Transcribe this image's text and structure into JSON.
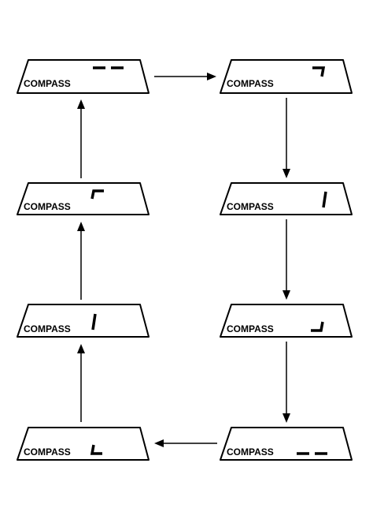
{
  "displays": [
    {
      "id": "left-top",
      "label": "COMPASS",
      "glyph": "dash-dash"
    },
    {
      "id": "right-top",
      "label": "COMPASS",
      "glyph": "top-right-hook"
    },
    {
      "id": "left-upper",
      "label": "COMPASS",
      "glyph": "top-left-hook"
    },
    {
      "id": "right-upper",
      "label": "COMPASS",
      "glyph": "vertical-bar"
    },
    {
      "id": "left-lower",
      "label": "COMPASS",
      "glyph": "vertical-bar"
    },
    {
      "id": "right-lower",
      "label": "COMPASS",
      "glyph": "bottom-right-hook"
    },
    {
      "id": "left-bottom",
      "label": "COMPASS",
      "glyph": "bottom-left-hook"
    },
    {
      "id": "right-bottom",
      "label": "COMPASS",
      "glyph": "dash-dash"
    }
  ],
  "arrows": [
    {
      "from": "left-top",
      "to": "right-top"
    },
    {
      "from": "right-top",
      "to": "right-upper"
    },
    {
      "from": "right-upper",
      "to": "right-lower"
    },
    {
      "from": "right-lower",
      "to": "right-bottom"
    },
    {
      "from": "right-bottom",
      "to": "left-bottom"
    },
    {
      "from": "left-bottom",
      "to": "left-lower"
    },
    {
      "from": "left-lower",
      "to": "left-upper"
    },
    {
      "from": "left-upper",
      "to": "left-top"
    }
  ]
}
